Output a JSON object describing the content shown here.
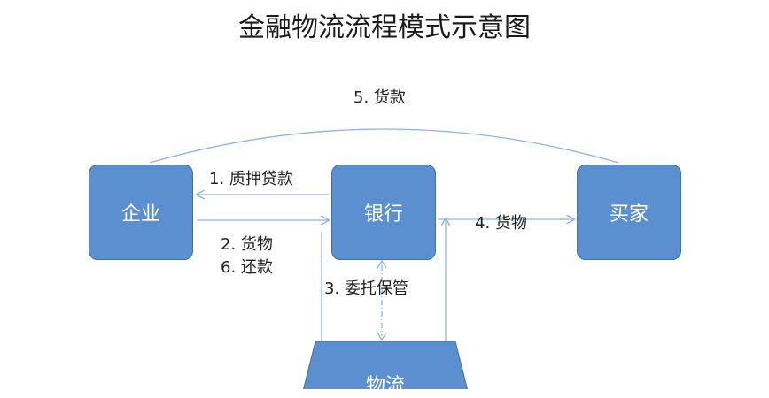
{
  "title": "金融物流流程模式示意图",
  "nodes": {
    "enterprise": "企业",
    "bank": "银行",
    "buyer": "买家",
    "logistics": "物流"
  },
  "edges": {
    "pledge_loan": "1. 质押贷款",
    "goods_to_bank": "2. 货物",
    "repayment": "6. 还款",
    "entrust_custody": "3. 委托保管",
    "goods_to_buyer": "4. 货物",
    "payment": "5. 货款"
  },
  "colors": {
    "node_fill": "#5b8fd0",
    "node_border": "#41719c",
    "arrow": "#8db3e2"
  }
}
